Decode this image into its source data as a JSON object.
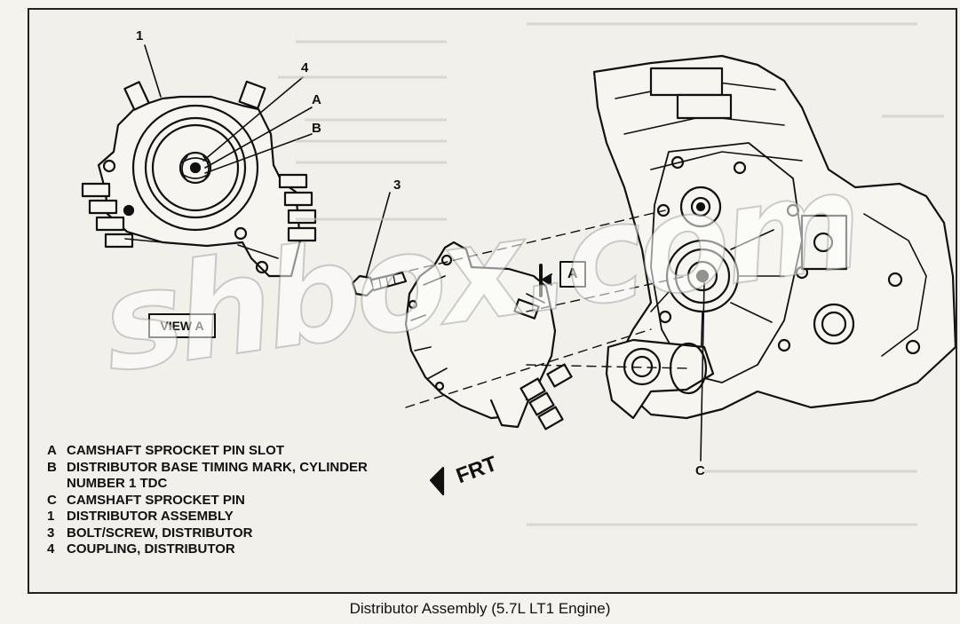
{
  "callouts": {
    "c1": "1",
    "c4": "4",
    "cA": "A",
    "cB": "B",
    "c3": "3",
    "cC": "C"
  },
  "view_label": "VIEW A",
  "arrow_label": "A",
  "front_label": "FRT",
  "legend": [
    {
      "key": "A",
      "text": "CAMSHAFT SPROCKET PIN SLOT"
    },
    {
      "key": "B",
      "text": "DISTRIBUTOR BASE TIMING MARK, CYLINDER\nNUMBER 1 TDC"
    },
    {
      "key": "C",
      "text": "CAMSHAFT SPROCKET PIN"
    },
    {
      "key": "1",
      "text": "DISTRIBUTOR ASSEMBLY"
    },
    {
      "key": "3",
      "text": "BOLT/SCREW, DISTRIBUTOR"
    },
    {
      "key": "4",
      "text": "COUPLING, DISTRIBUTOR"
    }
  ],
  "watermark": "shbox.com",
  "caption": "Distributor Assembly (5.7L LT1 Engine)"
}
